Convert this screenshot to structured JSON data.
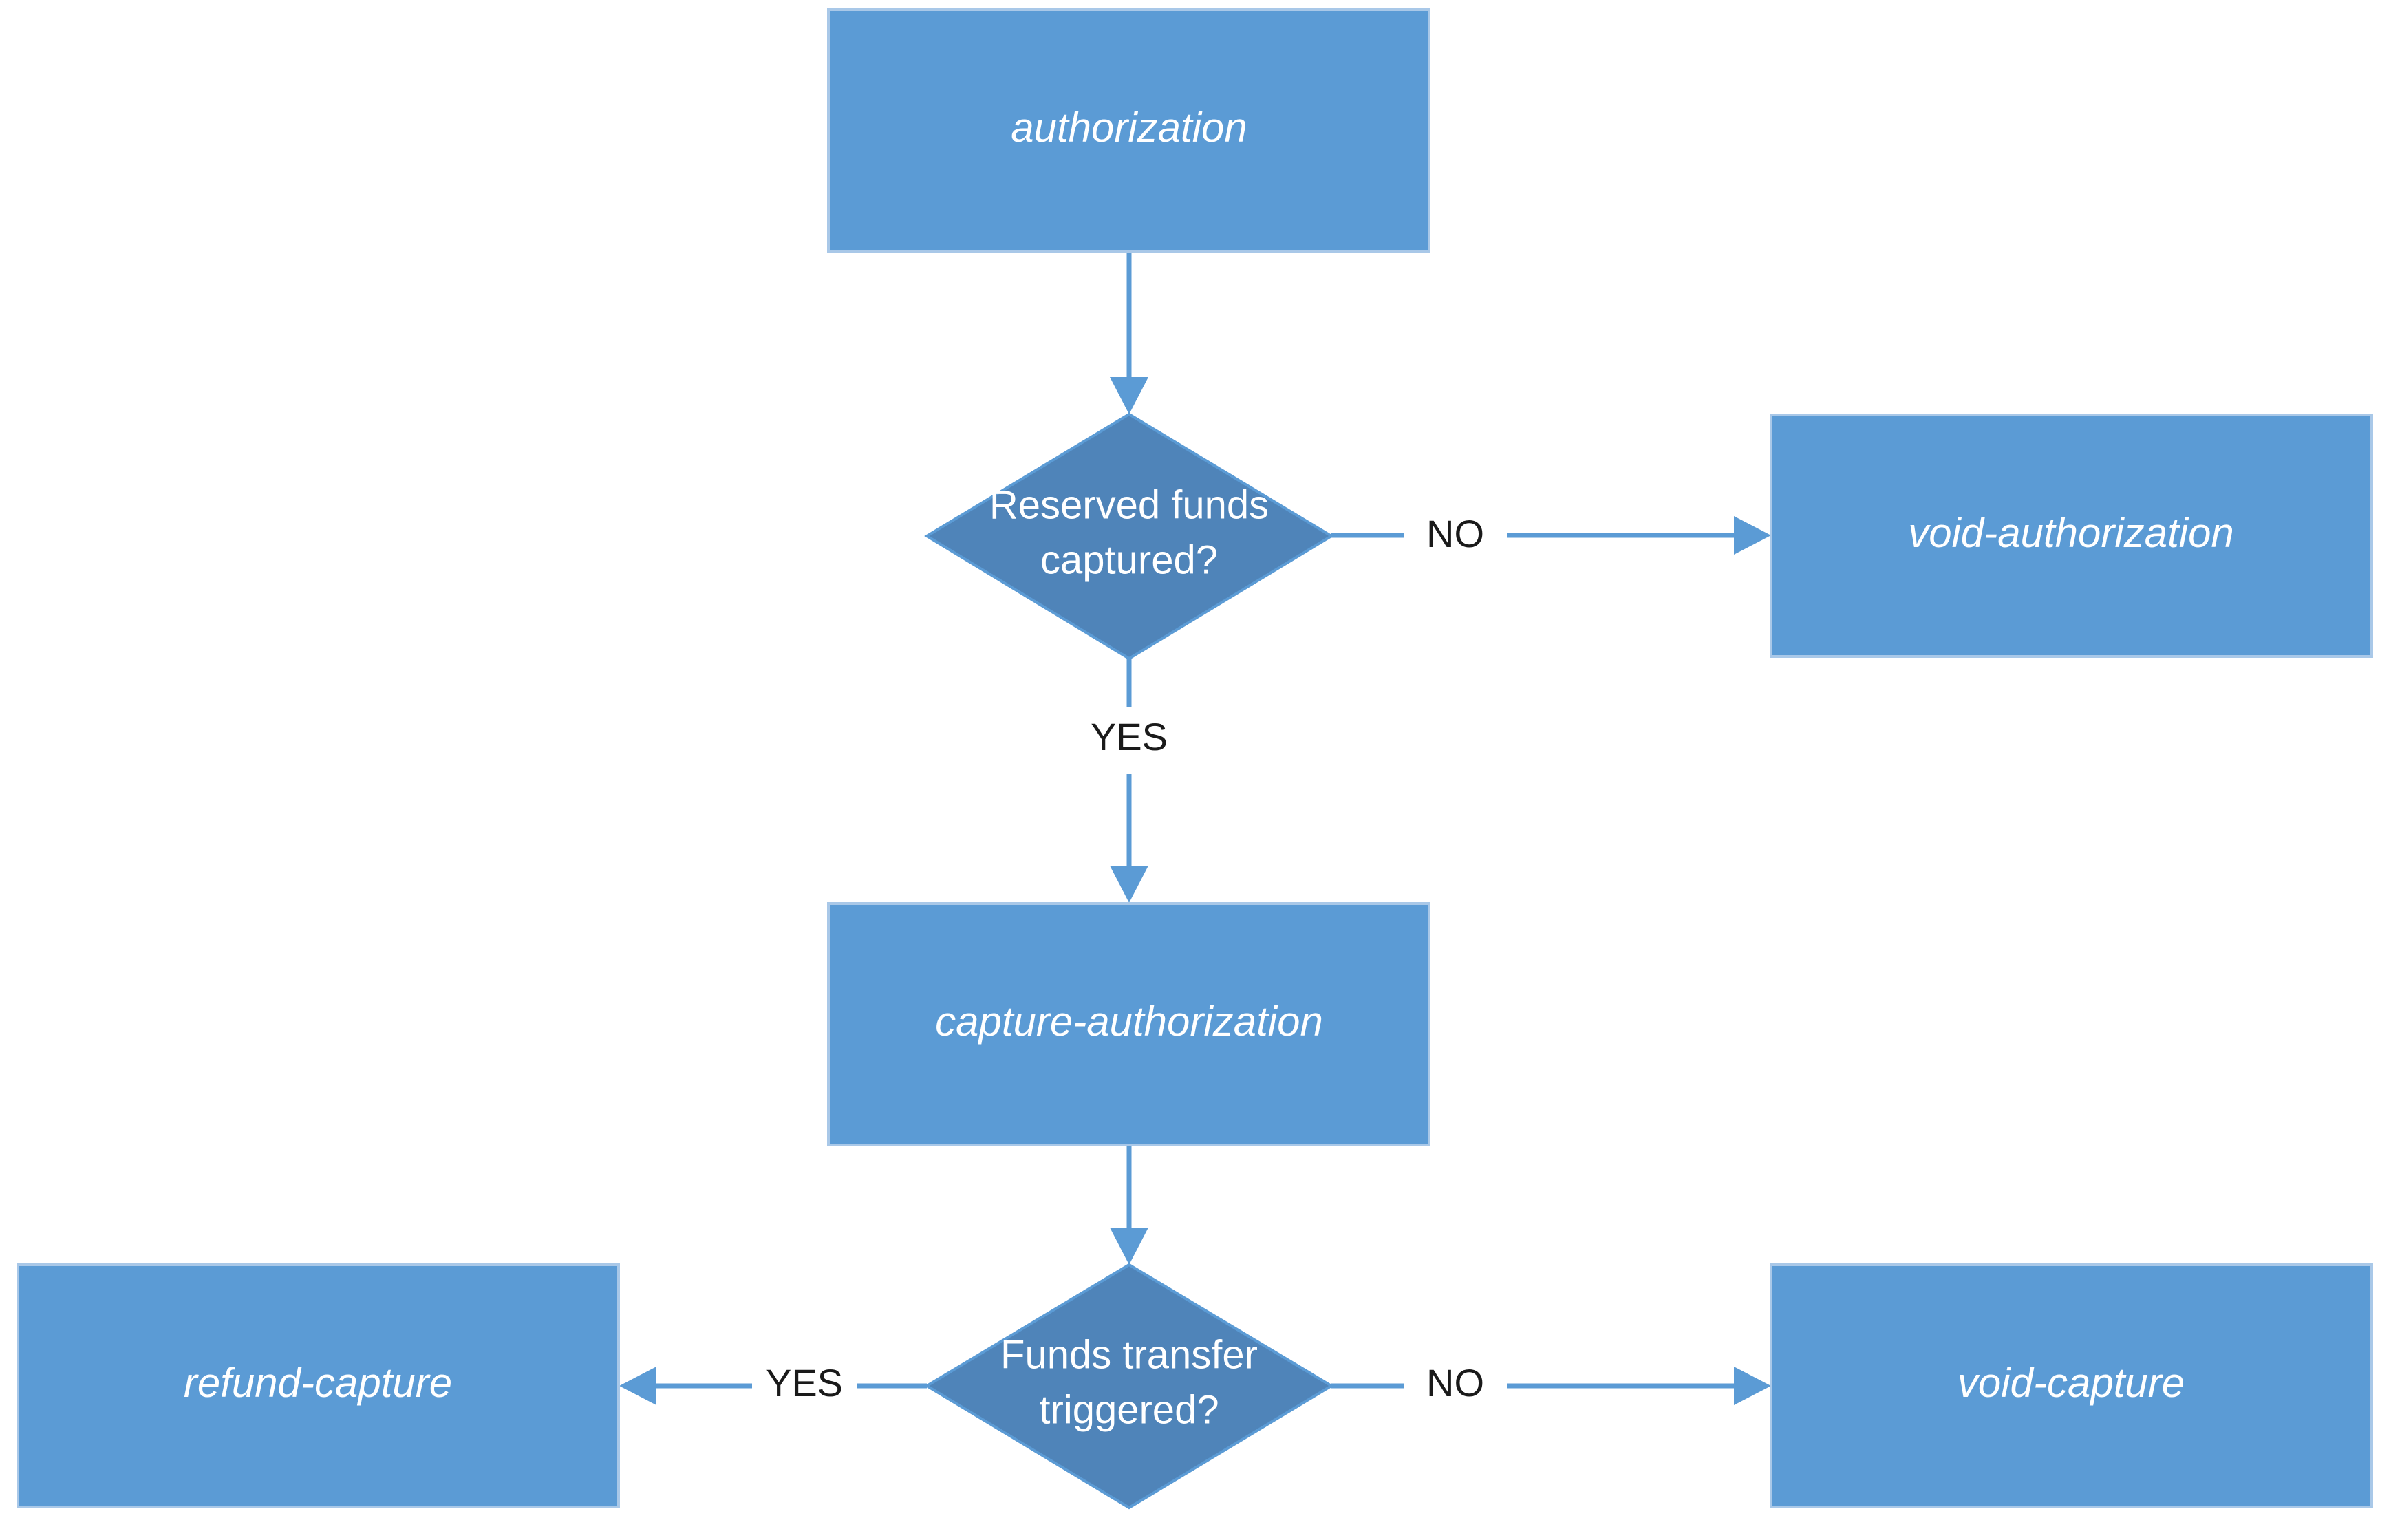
{
  "nodes": {
    "authorization": "authorization",
    "reserved_funds_line1": "Reserved funds",
    "reserved_funds_line2": "captured?",
    "void_authorization": "void-authorization",
    "capture_authorization": "capture-authorization",
    "funds_transfer_line1": "Funds transfer",
    "funds_transfer_line2": "triggered?",
    "refund_capture": "refund-capture",
    "void_capture": "void-capture"
  },
  "edges": {
    "reserved_no": "NO",
    "reserved_yes": "YES",
    "transfer_yes": "YES",
    "transfer_no": "NO"
  },
  "colors": {
    "process_fill": "#5b9bd5",
    "decision_fill": "#4f84b9",
    "connector": "#5b9bd5",
    "label_text": "#1a1a1a"
  }
}
